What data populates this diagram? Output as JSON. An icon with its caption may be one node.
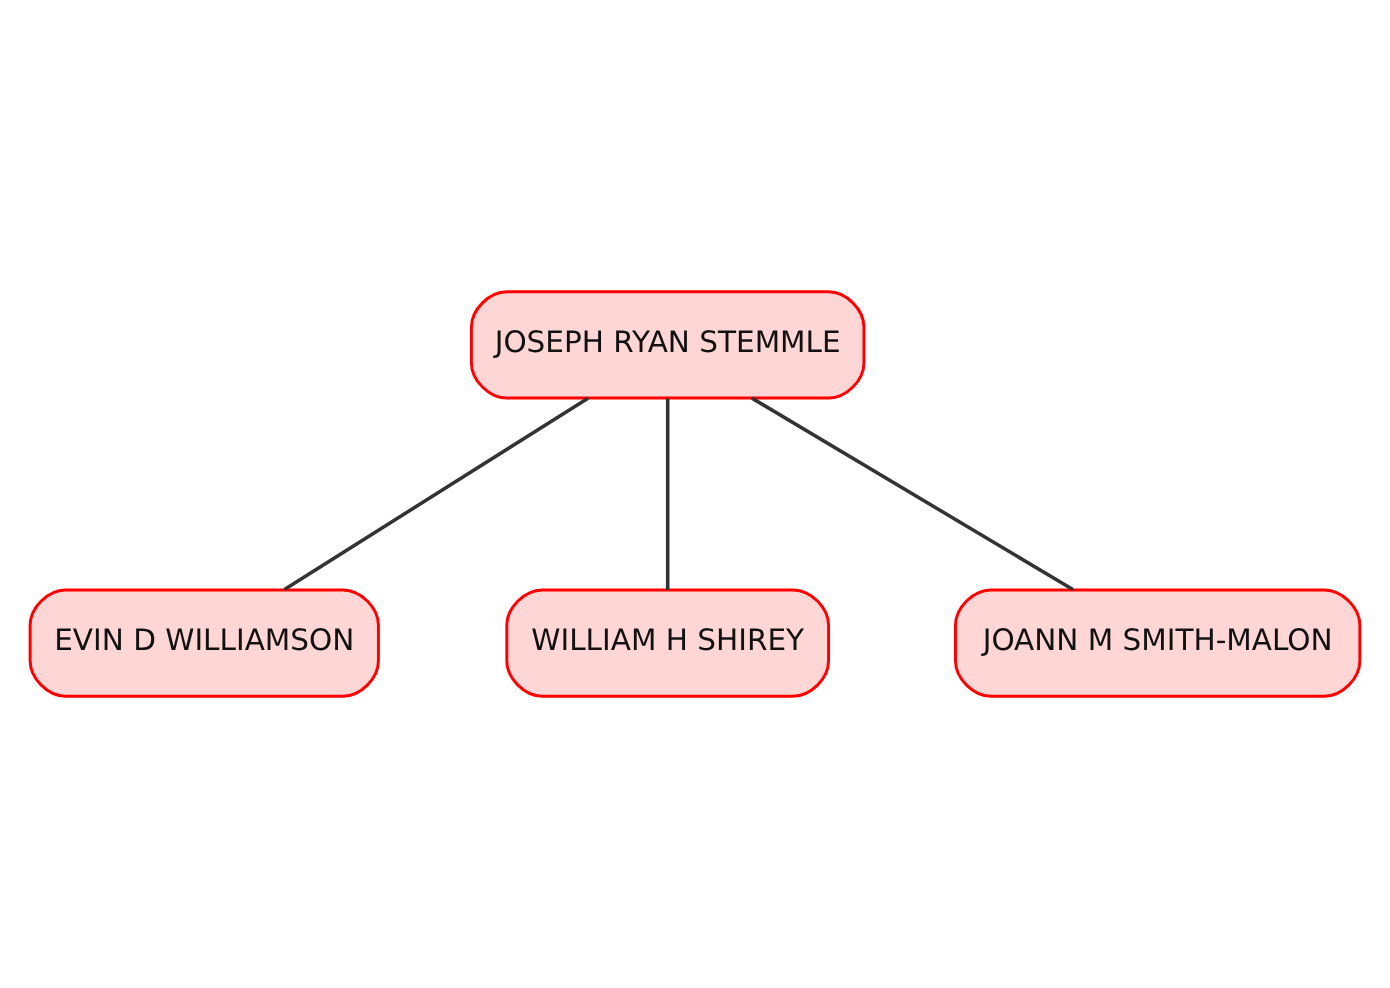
{
  "diagram": {
    "nodes": [
      {
        "text": [
          "JOSEPH RYAN STEMMLE"
        ]
      },
      {
        "text": [
          "EVIN D WILLIAMSON"
        ]
      },
      {
        "text": [
          "WILLIAM H SHIREY"
        ]
      },
      {
        "text": [
          "JOANN M SMITH-MALON"
        ]
      }
    ],
    "edges": [
      {
        "from": 0,
        "to": 1,
        "arrow": "none"
      },
      {
        "from": 0,
        "to": 2,
        "arrow": "none"
      },
      {
        "from": 0,
        "to": 3,
        "arrow": "none"
      }
    ]
  }
}
